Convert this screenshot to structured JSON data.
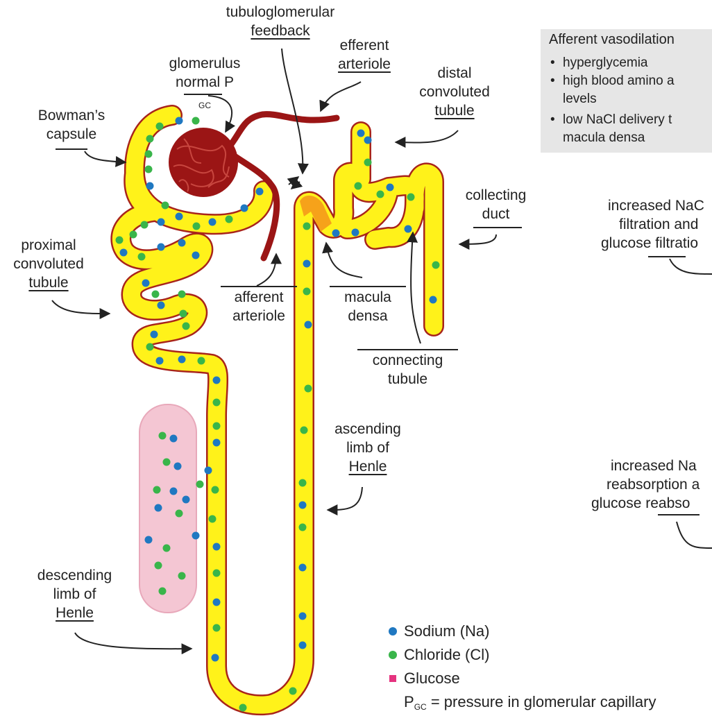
{
  "labels": {
    "tubuloglomerular_1": "tubuloglomerular",
    "tubuloglomerular_2": "feedback",
    "efferent_1": "efferent",
    "efferent_2": "arteriole",
    "glomerulus_1": "glomerulus",
    "glomerulus_2a": "normal P",
    "glomerulus_2b": "GC",
    "distal_1": "distal",
    "distal_2": "convoluted",
    "distal_3": "tubule",
    "bowman_1": "Bowman’s",
    "bowman_2": "capsule",
    "collecting_1": "collecting",
    "collecting_2": "duct",
    "proximal_1": "proximal",
    "proximal_2": "convoluted",
    "proximal_3": "tubule",
    "afferent_1": "afferent",
    "afferent_2": "arteriole",
    "macula_1": "macula",
    "macula_2": "densa",
    "connecting_1": "connecting",
    "connecting_2": "tubule",
    "ascending_1": "ascending",
    "ascending_2": "limb of",
    "ascending_3": "Henle",
    "descending_1": "descending",
    "descending_2": "limb of",
    "descending_3": "Henle",
    "filtration_1": "increased NaC",
    "filtration_2": "filtration and",
    "filtration_3": "glucose filtratio",
    "reabsorption_1": "increased Na",
    "reabsorption_2": "reabsorption a",
    "reabsorption_3": "glucose reabso"
  },
  "info_box": {
    "title": "Afferent vasodilation",
    "items": [
      "hyperglycemia",
      "high blood amino a",
      "levels",
      "low NaCl delivery t",
      "macula densa"
    ]
  },
  "legend": {
    "sodium": "Sodium (Na)",
    "chloride": "Chloride (Cl)",
    "glucose": "Glucose",
    "pgc_a": "P",
    "pgc_b": "GC",
    "pgc_c": "= pressure in glomerular capillary"
  },
  "colors": {
    "tubule_fill": "#fff21a",
    "tubule_edge": "#a8241b",
    "vessel": "#9b1515",
    "macula": "#f6a21a",
    "sodium": "#1f78c1",
    "chloride": "#39b54a",
    "glucose": "#e5337f",
    "pink_region": "#f4c6d3"
  }
}
